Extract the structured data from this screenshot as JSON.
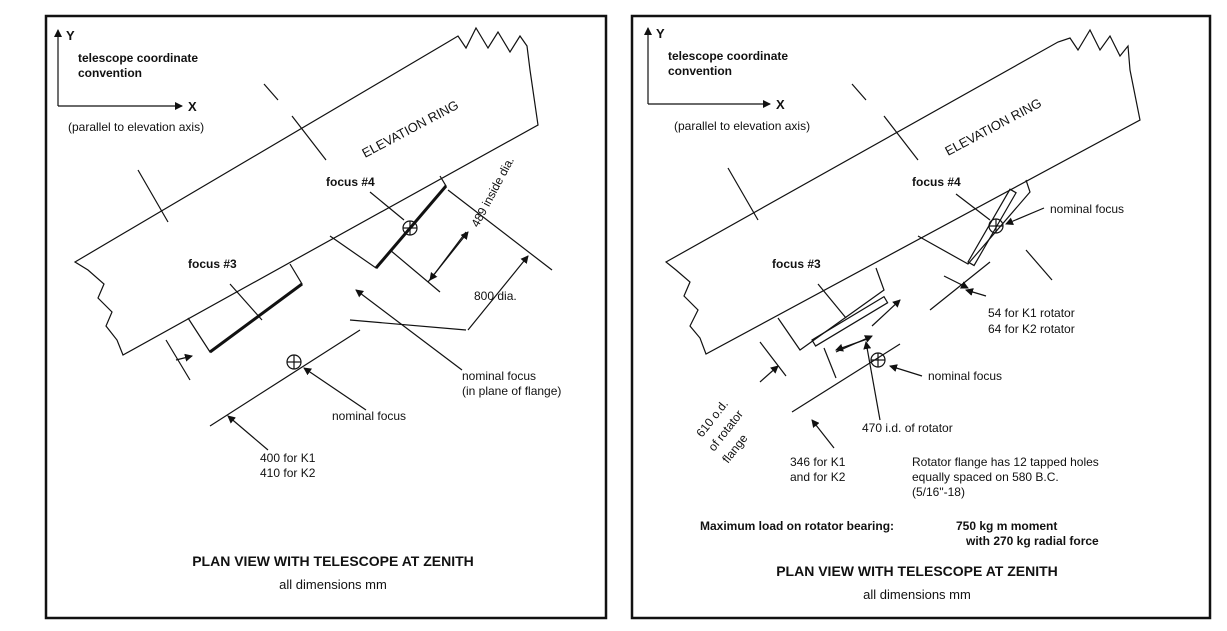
{
  "left_panel": {
    "y_axis_label": "Y",
    "x_axis_label": "X",
    "convention_line1": "telescope coordinate",
    "convention_line2": "convention",
    "axis_note": "(parallel to elevation axis)",
    "elevation_ring": "ELEVATION RING",
    "focus3": "focus #3",
    "focus4": "focus #4",
    "inside_dia": "489 inside dia.",
    "outer_dia": "800 dia.",
    "nominal_focus_flange_1": "nominal focus",
    "nominal_focus_flange_2": "(in plane of flange)",
    "nominal_focus": "nominal focus",
    "dim_k1": "400 for K1",
    "dim_k2": "410 for K2",
    "title": "PLAN VIEW WITH TELESCOPE AT ZENITH",
    "subtitle": "all dimensions mm"
  },
  "right_panel": {
    "y_axis_label": "Y",
    "x_axis_label": "X",
    "convention_line1": "telescope coordinate",
    "convention_line2": "convention",
    "axis_note": "(parallel to elevation axis)",
    "elevation_ring": "ELEVATION RING",
    "focus3": "focus #3",
    "focus4": "focus #4",
    "nominal_focus_top": "nominal focus",
    "rot_k1": "54 for K1 rotator",
    "rot_k2": "64 for K2 rotator",
    "nominal_focus": "nominal focus",
    "od_line1": "610 o.d.",
    "od_line2": "of rotator",
    "od_line3": "flange",
    "id_rotator": "470 i.d. of rotator",
    "dim_k1": "346 for K1",
    "dim_k2": "and for K2",
    "flange_note_1": "Rotator flange has 12 tapped holes",
    "flange_note_2": "equally spaced on 580 B.C.",
    "flange_note_3": "(5/16\"-18)",
    "max_load_label": "Maximum load on rotator bearing:",
    "max_load_1": "750 kg m moment",
    "max_load_2": "with 270 kg radial force",
    "title": "PLAN VIEW WITH TELESCOPE AT ZENITH",
    "subtitle": "all dimensions mm"
  }
}
